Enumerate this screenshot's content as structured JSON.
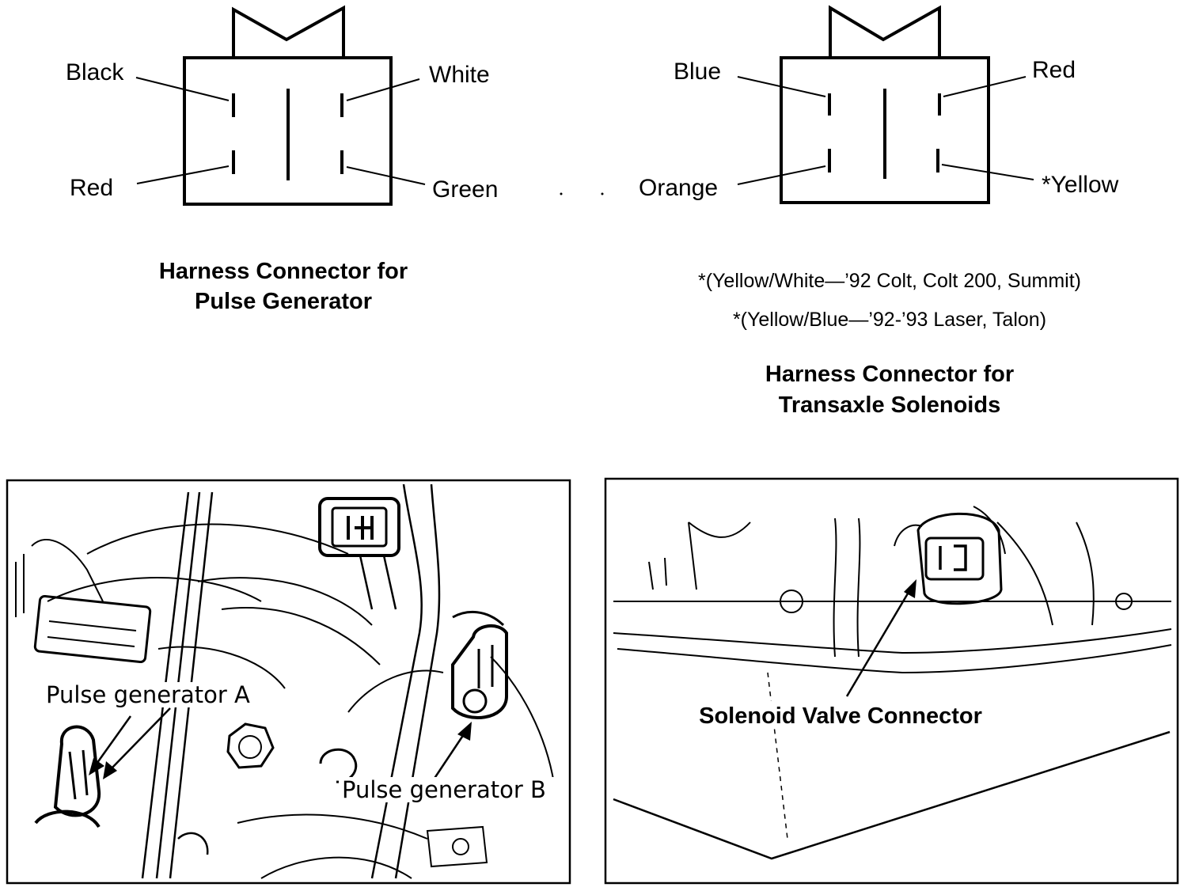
{
  "pulse_connector": {
    "wires": {
      "top_left": "Black",
      "top_right": "White",
      "bottom_left": "Red",
      "bottom_right": "Green"
    },
    "caption_line1": "Harness Connector for",
    "caption_line2": "Pulse Generator"
  },
  "solenoid_connector": {
    "wires": {
      "top_left": "Blue",
      "top_right": "Red",
      "bottom_left": "Orange",
      "bottom_right": "*Yellow"
    },
    "note_line1": "*(Yellow/White—’92 Colt, Colt 200, Summit)",
    "note_line2": "*(Yellow/Blue—’92-’93 Laser, Talon)",
    "caption_line1": "Harness Connector for",
    "caption_line2": "Transaxle Solenoids"
  },
  "photo_left": {
    "label_a": "Pulse  generator  A",
    "label_b": "Pulse  generator  B"
  },
  "photo_right": {
    "label": "Solenoid Valve Connector"
  }
}
